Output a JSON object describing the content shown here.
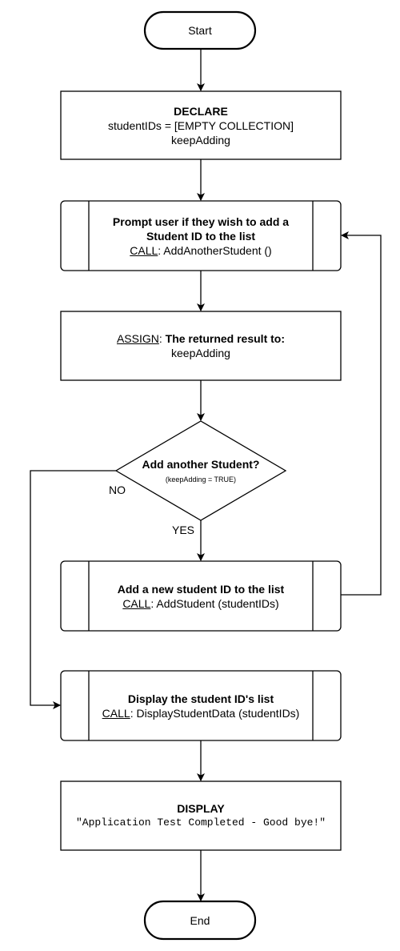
{
  "start": {
    "label": "Start"
  },
  "declare": {
    "title": "DECLARE",
    "line1": "studentIDs = [EMPTY COLLECTION]",
    "line2": "keepAdding"
  },
  "prompt": {
    "line1": "Prompt user if they wish to add a",
    "line2": "Student ID to the list",
    "call_kw": "CALL",
    "call_rest": ": AddAnotherStudent ()"
  },
  "assign": {
    "kw": "ASSIGN",
    "rest": "The returned result to:",
    "line2": "keepAdding"
  },
  "decision": {
    "question": "Add another Student?",
    "condition": "(keepAdding = TRUE)",
    "no_label": "NO",
    "yes_label": "YES"
  },
  "add": {
    "title": "Add a new student ID to the list",
    "call_kw": "CALL",
    "call_rest": ": AddStudent (studentIDs)"
  },
  "display_list": {
    "title": "Display the student ID's list",
    "call_kw": "CALL",
    "call_rest": ": DisplayStudentData (studentIDs)"
  },
  "display": {
    "title": "DISPLAY",
    "message": "\"Application Test Completed - Good bye!\""
  },
  "end": {
    "label": "End"
  }
}
